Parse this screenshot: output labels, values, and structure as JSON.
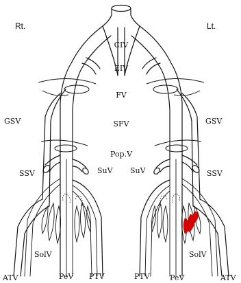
{
  "sides": {
    "right": "Rt.",
    "left": "Lt."
  },
  "labels": {
    "civ": "CIV",
    "eiv": "EIV",
    "fv": "FV",
    "sfv": "SFV",
    "popv": "Pop.V",
    "gsv": "GSV",
    "ssv": "SSV",
    "suv": "SuV",
    "solv": "SolV",
    "atv": "ATV",
    "pev": "PeV",
    "ptv": "PTV"
  },
  "colors": {
    "line": "#111111",
    "thrombus": "#d90000"
  }
}
